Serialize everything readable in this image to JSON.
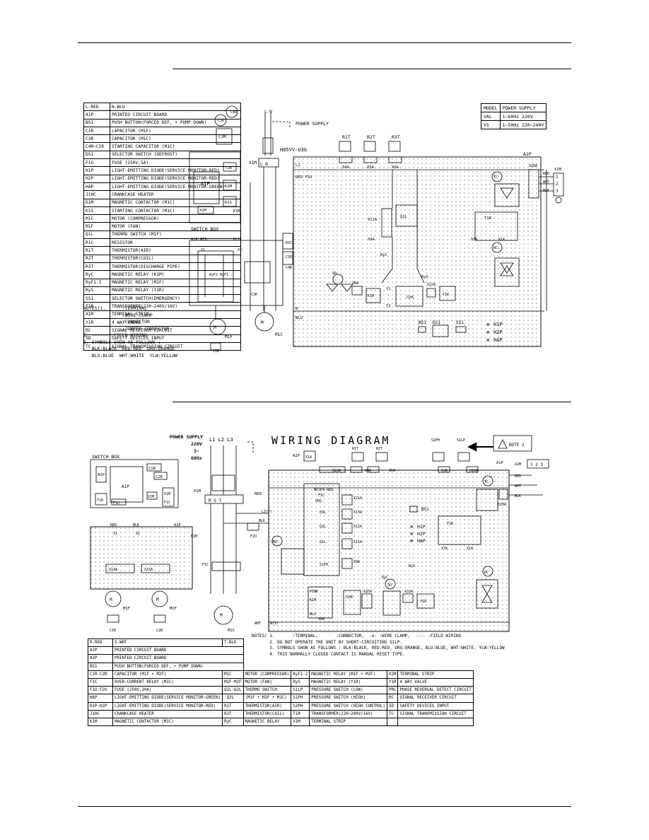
{
  "diagram1": {
    "legend": [
      [
        "L-RED",
        "N-BLU"
      ],
      [
        "A1P",
        "PRINTED CIRCUIT BOARD"
      ],
      [
        "BS1",
        "PUSH BUTTON(FORCED DEF, • PUMP DOWN)"
      ],
      [
        "C1R",
        "CAPACITOR (M1F)"
      ],
      [
        "C3R",
        "CAPACITOR (M1C)"
      ],
      [
        "C4R~C5R",
        "STARTING CAPACITOR (M1C)"
      ],
      [
        "DS1",
        "SELECTOR SWITCH (DEFROST)"
      ],
      [
        "F1U",
        "FUSE (250V,5A)"
      ],
      [
        "H1P",
        "LIGHT-EMITTING DIODE(SERVICE MONITOR-RED)"
      ],
      [
        "H2P",
        "LIGHT-EMITTING DIODE(SERVICE MONITOR-RED)"
      ],
      [
        "HAP",
        "LIGHT-EMITTING DIODE(SERVICE MONITOR-GREEN)"
      ],
      [
        "J1HC",
        "CRANKCASE HEATER"
      ],
      [
        "K1M",
        "MAGNETIC CONTACTOR (M1C)"
      ],
      [
        "K1S",
        "STARTING CONTACTOR (M1C)"
      ],
      [
        "M1C",
        "MOTOR (COMPRESSOR)"
      ],
      [
        "M1F",
        "MOTOR (FAN)"
      ],
      [
        "Q1L",
        "THERMO SWITCH (M1F)"
      ],
      [
        "R1C",
        "RESISTOR"
      ],
      [
        "R1T",
        "THERMISTOR(AIR)"
      ],
      [
        "R2T",
        "THERMISTOR(COIL)"
      ],
      [
        "R3T",
        "THERMISTOR(DISCHARGE PIPE)"
      ],
      [
        "RyC",
        "MAGNETIC RELAY (K1M)"
      ],
      [
        "RyF1·2",
        "MAGNETIC RELAY (M1F)"
      ],
      [
        "RyS",
        "MAGNETIC RELAY (Y1R)"
      ],
      [
        "SS1",
        "SELECTOR SWITCH(EMERGENCY)"
      ],
      [
        "T1R",
        "TRANSFORMER(220~240V/16V)"
      ],
      [
        "X1M",
        "TERMINAL STRIP"
      ],
      [
        "Y1R",
        "4 WAY VALVE"
      ],
      [
        "RC",
        "SIGNAL RECEIVER CIRCUIT"
      ],
      [
        "SD",
        "SAFETY DEVICES INPUT"
      ],
      [
        "TC",
        "SIGNAL TRANSMISSION CIRCUIT"
      ]
    ],
    "notes": "NOTES)1.      :TERMINAL\n              :WIRE CLAMP\n              :CONNECTOR\n              :JUMPER CONNECTOR\n2. ------ :FIELD WIRING\n3. SYMBOLS SHOW AS FOLLOWS :\n   BLK:BLACK  RED:RED  ORG:ORANGE\n   BLU:BLUE  WHT:WHITE  YLW:YELLOW",
    "power_table": {
      "header": [
        "MODEL",
        "POWER SUPPLY"
      ],
      "rows": [
        [
          "VAL",
          "1~60Hz 220V"
        ],
        [
          "V1",
          "1~50Hz 220~240V"
        ]
      ]
    },
    "labels": {
      "power_supply": "POWER SUPPLY",
      "cable": "H05VV-U3G",
      "switch_box": "SWITCH BOX",
      "a1p": "A1P",
      "m1f": "M1F",
      "m1c": "M1C",
      "h1p": "H1P",
      "h2p": "H2P",
      "hap": "HAP",
      "bs1": "BS1",
      "ds1": "DS1",
      "ss1": "SS1"
    }
  },
  "diagram2": {
    "title": "WIRING DIAGRAM",
    "power": "POWER SUPPLY\n220V\n3~\n60Hz",
    "note2": "NOTE 2",
    "switch_box": "SWITCH BOX",
    "notes": "NOTES) 1.       :TERMINAL,       :CONNECTOR,  -o- :WIRE CLAMP,  ---- :FIELD WIRING\n       2. DO NOT OPERATE THE UNIT BY SHORT-CIRCUITING S1LP.\n       3. SYMBOLS SHOW AS FOLLOWS : BLK:BLACK, RED:RED, ORG:ORANGE, BLU:BLUE, WHT:WHITE, YLW:YELLOW\n       4. THIS NORMALLY CLOSED CONTACT IS MANUAL RESET TYPE.",
    "legend_rows": [
      [
        "R-RED",
        "S-WHT",
        "T-BLK",
        "",
        "",
        "",
        "",
        ""
      ],
      [
        "A1P",
        "PRINTED CIRCUIT BOARD",
        "",
        "",
        "",
        "",
        "",
        ""
      ],
      [
        "A2P",
        "PRINTED CIRCUIT BOARD",
        "",
        "",
        "",
        "",
        "",
        ""
      ],
      [
        "BS1",
        "PUSH BUTTON(FORCED DEF, • PUMP DOWN)",
        "",
        "",
        "",
        "",
        "",
        ""
      ],
      [
        "C1R·C2R",
        "CAPACITOR (M1F • M2F)",
        "M1C",
        "MOTOR (COMPRESSOR)",
        "RyF1·2",
        "MAGNETIC RELAY (M1F • M2F)",
        "X2M",
        "TERMINAL STRIP"
      ],
      [
        "F1C",
        "OVER-CURRENT RELAY (M1C)",
        "M1F·M2F",
        "MOTOR (FAN)",
        "RyS",
        "MAGNETIC RELAY (Y1R)",
        "Y1R",
        "4 WAY VALVE"
      ],
      [
        "F1U·F2U",
        "FUSE (250V,10A)",
        "Q1L·Q2L",
        "THERMO SWITCH",
        "S1LP",
        "PRESSURE SWITCH (LOW)",
        "PRC",
        "PHASE REVERSAL DETECT CIRCUIT"
      ],
      [
        "HAP",
        "LIGHT-EMITTING DIODE(SERVICE MONITOR-GREEN)",
        "·Q3L",
        "(M1F • M2F • M1C)",
        "S1PH",
        "PRESSURE SWITCH (HIGH)",
        "RC",
        "SIGNAL RECEIVER CIRCUIT"
      ],
      [
        "H1P·H2P",
        "LIGHT-EMITTING DIODE(SERVICE MONITOR-RED)",
        "R1T",
        "THERMISTOR(AIR)",
        "S2PH",
        "PRESSURE SWITCH (HIGH CONTROL)",
        "SD",
        "SAFETY DEVICES INPUT"
      ],
      [
        "J1HC",
        "CRANKCASE HEATER",
        "R2T",
        "THERMISTOR(COIL)",
        "T1R",
        "TRANSFORMER(220~240V/16V)",
        "TC",
        "SIGNAL TRANSMISSION CIRCUIT"
      ],
      [
        "K1M",
        "MAGNETIC CONTACTOR (M1C)",
        "RyC",
        "MAGNETIC RELAY",
        "X1M",
        "TERMINAL STRIP",
        "",
        ""
      ]
    ],
    "labels": {
      "a1p": "A1P",
      "a2p": "A2P",
      "m1f": "M1F",
      "m2f": "M2F",
      "m1c": "M1C",
      "h1p": "H1P",
      "h2p": "H2P",
      "hap": "HAP",
      "bs1": "BS1"
    }
  }
}
